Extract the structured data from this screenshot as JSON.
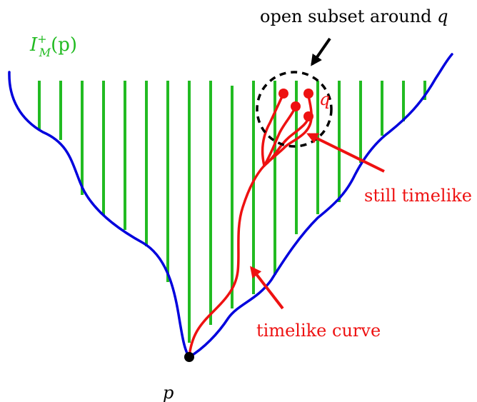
{
  "labels": {
    "region_I": "I",
    "region_sup": "+",
    "region_sub": "M",
    "region_arg": "(p)",
    "open_subset_text": "open subset around ",
    "open_subset_var": "q",
    "q_label": "q",
    "still_timelike": "still timelike",
    "timelike_curve": "timelike curve",
    "p_label": "p"
  },
  "colors": {
    "hatch": "#22bb22",
    "boundary": "#0000dd",
    "curve": "#ee1111",
    "black": "#000000"
  }
}
